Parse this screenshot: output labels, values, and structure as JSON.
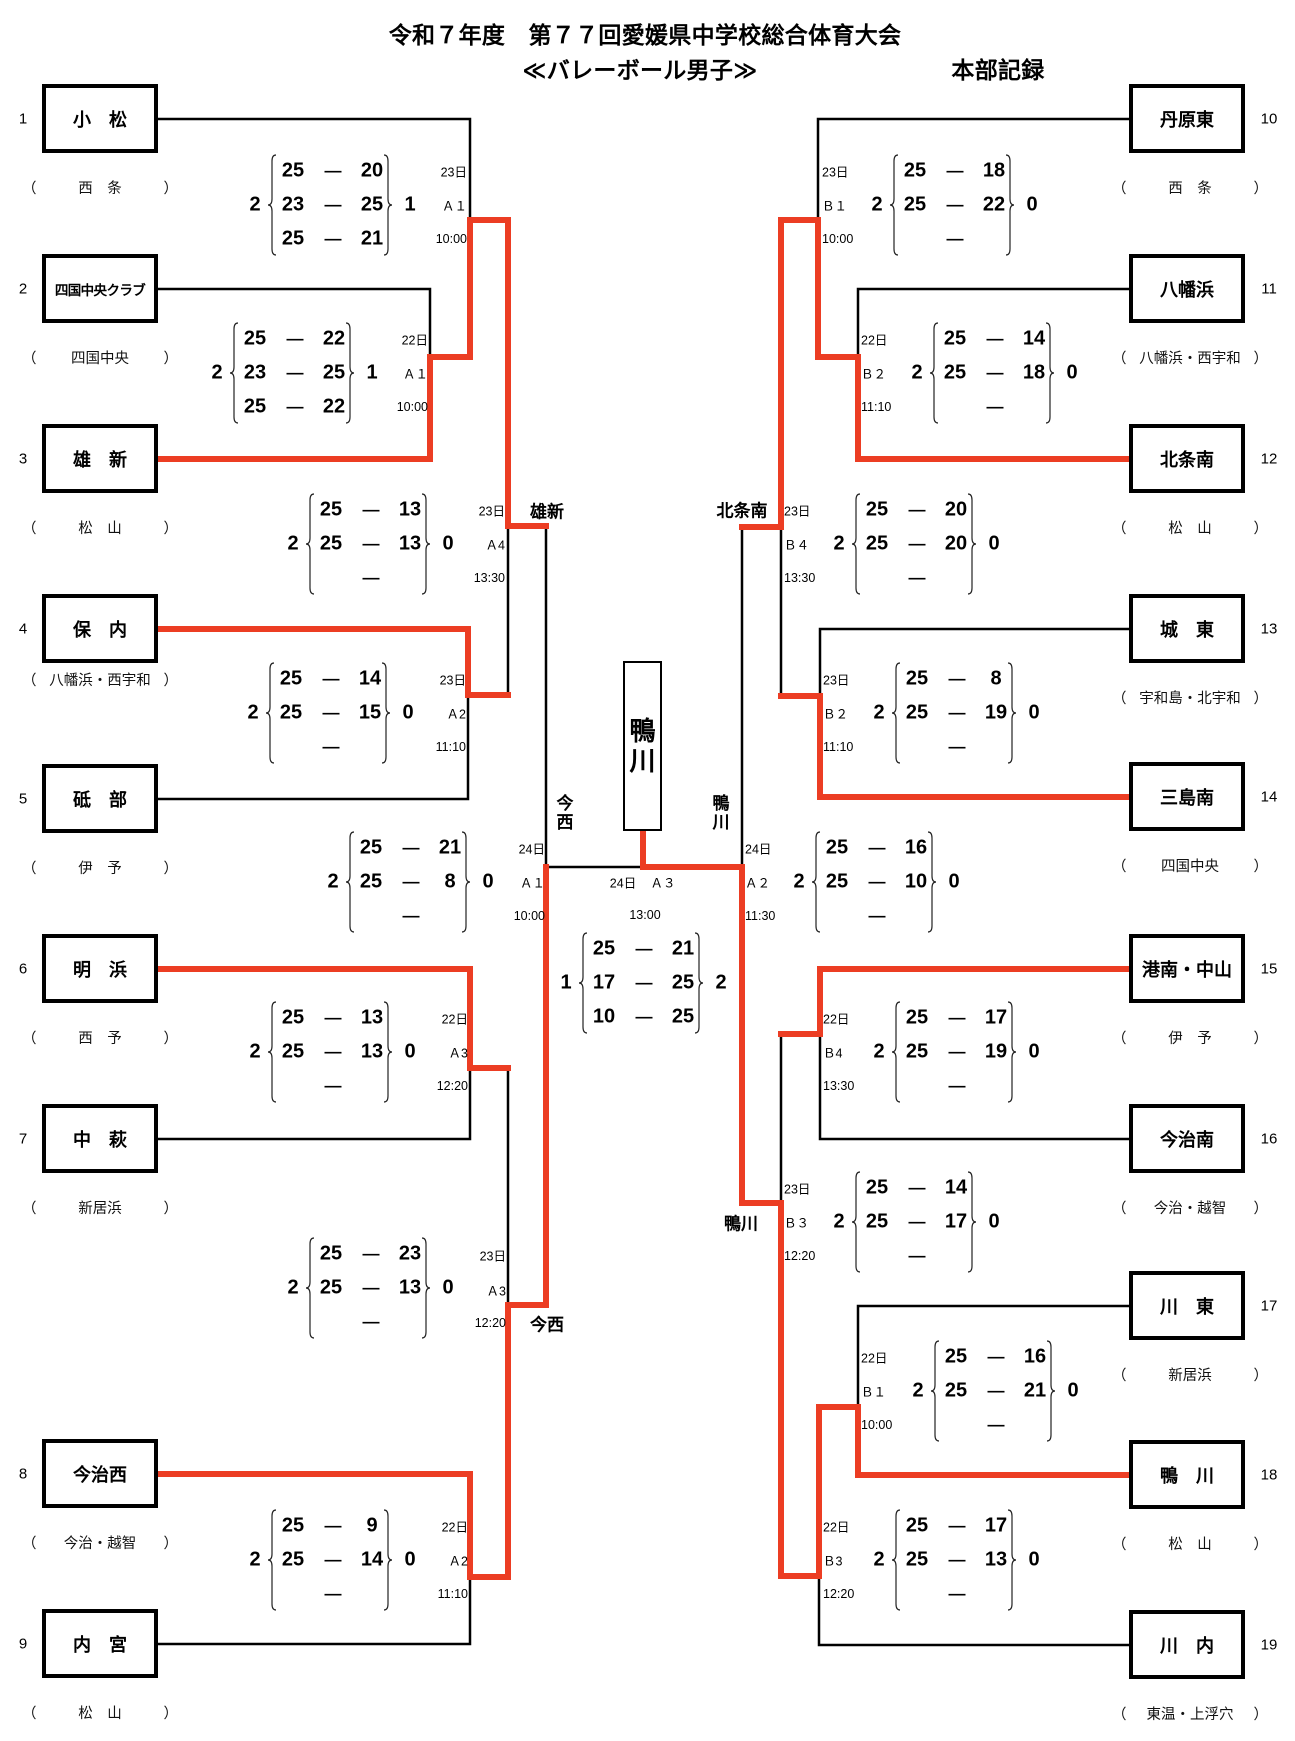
{
  "header": {
    "title": "令和７年度　第７７回愛媛県中学校総合体育大会",
    "subtitle": "≪バレーボール男子≫",
    "record_label": "本部記録"
  },
  "colors": {
    "winner_line": "#ec3d23",
    "line": "#000000"
  },
  "affiliation_brackets": [
    "（",
    "）"
  ],
  "set_separator": "—",
  "teams": [
    {
      "no": "1",
      "name": "小　松",
      "area": "西　条"
    },
    {
      "no": "2",
      "name": "四国中央クラブ",
      "area": "四国中央"
    },
    {
      "no": "3",
      "name": "雄　新",
      "area": "松　山"
    },
    {
      "no": "4",
      "name": "保　内",
      "area": "八幡浜・西宇和"
    },
    {
      "no": "5",
      "name": "砥　部",
      "area": "伊　予"
    },
    {
      "no": "6",
      "name": "明　浜",
      "area": "西　予"
    },
    {
      "no": "7",
      "name": "中　萩",
      "area": "新居浜"
    },
    {
      "no": "8",
      "name": "今治西",
      "area": "今治・越智"
    },
    {
      "no": "9",
      "name": "内　宮",
      "area": "松　山"
    },
    {
      "no": "10",
      "name": "丹原東",
      "area": "西　条"
    },
    {
      "no": "11",
      "name": "八幡浜",
      "area": "八幡浜・西宇和"
    },
    {
      "no": "12",
      "name": "北条南",
      "area": "松　山"
    },
    {
      "no": "13",
      "name": "城　東",
      "area": "宇和島・北宇和"
    },
    {
      "no": "14",
      "name": "三島南",
      "area": "四国中央"
    },
    {
      "no": "15",
      "name": "港南・中山",
      "area": "伊　予"
    },
    {
      "no": "16",
      "name": "今治南",
      "area": "今治・越智"
    },
    {
      "no": "17",
      "name": "川　東",
      "area": "新居浜"
    },
    {
      "no": "18",
      "name": "鴨　川",
      "area": "松　山"
    },
    {
      "no": "19",
      "name": "川　内",
      "area": "東温・上浮穴"
    }
  ],
  "matches": [
    {
      "id": "L1",
      "day": "23日",
      "court": "Ａ１",
      "time": "10:00",
      "sets_left": "2",
      "sets_right": "1",
      "games": [
        [
          "25",
          "20"
        ],
        [
          "23",
          "25"
        ],
        [
          "25",
          "21"
        ]
      ],
      "winner": "雄新"
    },
    {
      "id": "L2",
      "day": "22日",
      "court": "Ａ１",
      "time": "10:00",
      "sets_left": "2",
      "sets_right": "1",
      "games": [
        [
          "25",
          "22"
        ],
        [
          "23",
          "25"
        ],
        [
          "25",
          "22"
        ]
      ],
      "winner": "雄新"
    },
    {
      "id": "L3",
      "day": "23日",
      "court": "Ａ4",
      "time": "13:30",
      "sets_left": "2",
      "sets_right": "0",
      "games": [
        [
          "25",
          "13"
        ],
        [
          "25",
          "13"
        ],
        [
          "",
          ""
        ]
      ],
      "winner": "雄新"
    },
    {
      "id": "L4",
      "day": "23日",
      "court": "Ａ2",
      "time": "11:10",
      "sets_left": "2",
      "sets_right": "0",
      "games": [
        [
          "25",
          "14"
        ],
        [
          "25",
          "15"
        ],
        [
          "",
          ""
        ]
      ],
      "winner": "保内"
    },
    {
      "id": "L5",
      "day": "24日",
      "court": "Ａ１",
      "time": "10:00",
      "sets_left": "2",
      "sets_right": "0",
      "games": [
        [
          "25",
          "21"
        ],
        [
          "25",
          "8"
        ],
        [
          "",
          ""
        ]
      ],
      "winner": "今治西"
    },
    {
      "id": "L6",
      "day": "22日",
      "court": "Ａ3",
      "time": "12:20",
      "sets_left": "2",
      "sets_right": "0",
      "games": [
        [
          "25",
          "13"
        ],
        [
          "25",
          "13"
        ],
        [
          "",
          ""
        ]
      ],
      "winner": "明浜"
    },
    {
      "id": "L7",
      "day": "23日",
      "court": "Ａ3",
      "time": "12:20",
      "sets_left": "2",
      "sets_right": "0",
      "games": [
        [
          "25",
          "23"
        ],
        [
          "25",
          "13"
        ],
        [
          "",
          ""
        ]
      ],
      "winner": "今治西"
    },
    {
      "id": "L8",
      "day": "22日",
      "court": "Ａ2",
      "time": "11:10",
      "sets_left": "2",
      "sets_right": "0",
      "games": [
        [
          "25",
          "9"
        ],
        [
          "25",
          "14"
        ],
        [
          "",
          ""
        ]
      ],
      "winner": "今治西"
    },
    {
      "id": "R1",
      "day": "23日",
      "court": "Ｂ１",
      "time": "10:00",
      "sets_left": "2",
      "sets_right": "0",
      "games": [
        [
          "25",
          "18"
        ],
        [
          "25",
          "22"
        ],
        [
          "",
          ""
        ]
      ],
      "winner": "北条南"
    },
    {
      "id": "R2",
      "day": "22日",
      "court": "Ｂ２",
      "time": "11:10",
      "sets_left": "2",
      "sets_right": "0",
      "games": [
        [
          "25",
          "14"
        ],
        [
          "25",
          "18"
        ],
        [
          "",
          ""
        ]
      ],
      "winner": "北条南"
    },
    {
      "id": "R3",
      "day": "23日",
      "court": "Ｂ４",
      "time": "13:30",
      "sets_left": "2",
      "sets_right": "0",
      "games": [
        [
          "25",
          "20"
        ],
        [
          "25",
          "20"
        ],
        [
          "",
          ""
        ]
      ],
      "winner": "北条南"
    },
    {
      "id": "R4",
      "day": "23日",
      "court": "Ｂ２",
      "time": "11:10",
      "sets_left": "2",
      "sets_right": "0",
      "games": [
        [
          "25",
          "8"
        ],
        [
          "25",
          "19"
        ],
        [
          "",
          ""
        ]
      ],
      "winner": "三島南"
    },
    {
      "id": "R5",
      "day": "24日",
      "court": "Ａ２",
      "time": "11:30",
      "sets_left": "2",
      "sets_right": "0",
      "games": [
        [
          "25",
          "16"
        ],
        [
          "25",
          "10"
        ],
        [
          "",
          ""
        ]
      ],
      "winner": "鴨川"
    },
    {
      "id": "R6",
      "day": "22日",
      "court": "Ｂ4",
      "time": "13:30",
      "sets_left": "2",
      "sets_right": "0",
      "games": [
        [
          "25",
          "17"
        ],
        [
          "25",
          "19"
        ],
        [
          "",
          ""
        ]
      ],
      "winner": "港南・中山"
    },
    {
      "id": "R7",
      "day": "23日",
      "court": "Ｂ３",
      "time": "12:20",
      "sets_left": "2",
      "sets_right": "0",
      "games": [
        [
          "25",
          "14"
        ],
        [
          "25",
          "17"
        ],
        [
          "",
          ""
        ]
      ],
      "winner": "鴨川"
    },
    {
      "id": "R8",
      "day": "22日",
      "court": "Ｂ１",
      "time": "10:00",
      "sets_left": "2",
      "sets_right": "0",
      "games": [
        [
          "25",
          "16"
        ],
        [
          "25",
          "21"
        ],
        [
          "",
          ""
        ]
      ],
      "winner": "鴨川"
    },
    {
      "id": "R9",
      "day": "22日",
      "court": "Ｂ3",
      "time": "12:20",
      "sets_left": "2",
      "sets_right": "0",
      "games": [
        [
          "25",
          "17"
        ],
        [
          "25",
          "13"
        ],
        [
          "",
          ""
        ]
      ],
      "winner": "鴨川"
    }
  ],
  "final": {
    "day": "24日",
    "court": "Ａ３",
    "time": "13:00",
    "sets_left": "1",
    "sets_right": "2",
    "games": [
      [
        "25",
        "21"
      ],
      [
        "17",
        "25"
      ],
      [
        "10",
        "25"
      ]
    ],
    "winner": "鴨川"
  },
  "advance_labels": [
    "雄新",
    "北条南",
    "今西",
    "鴨川",
    "今西",
    "鴨川"
  ],
  "champion": "鴨川"
}
